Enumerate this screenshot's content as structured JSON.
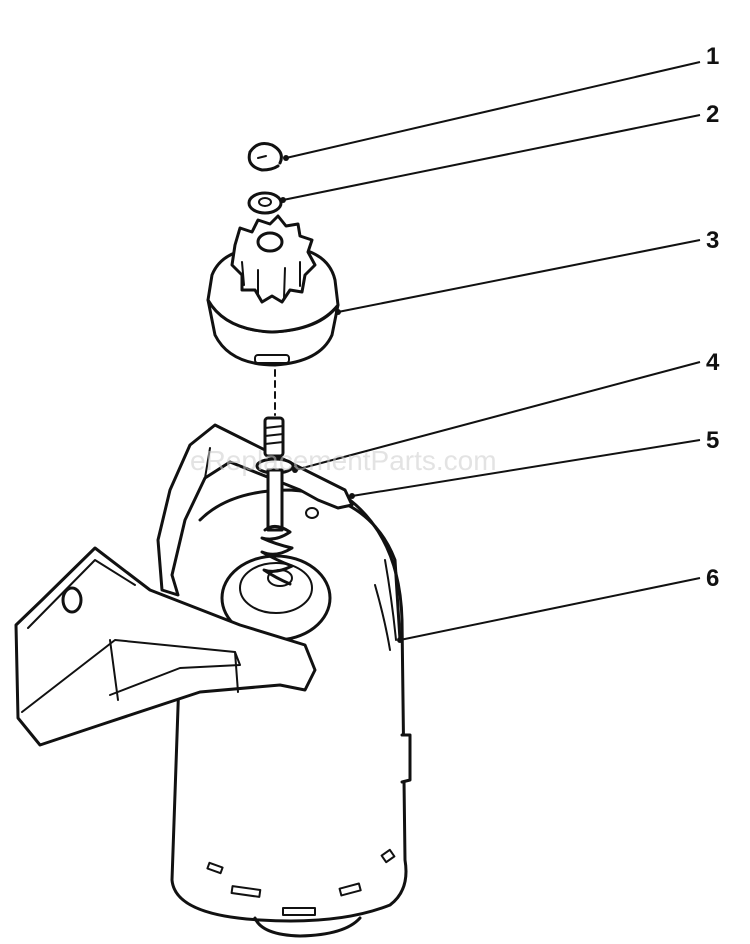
{
  "watermark": "eReplacementParts.com",
  "callouts": [
    {
      "id": "1",
      "label": "1"
    },
    {
      "id": "2",
      "label": "2"
    },
    {
      "id": "3",
      "label": "3"
    },
    {
      "id": "4",
      "label": "4"
    },
    {
      "id": "5",
      "label": "5"
    },
    {
      "id": "6",
      "label": "6"
    }
  ],
  "colors": {
    "ink": "#111111",
    "background": "#ffffff",
    "watermark": "#cccccc"
  }
}
